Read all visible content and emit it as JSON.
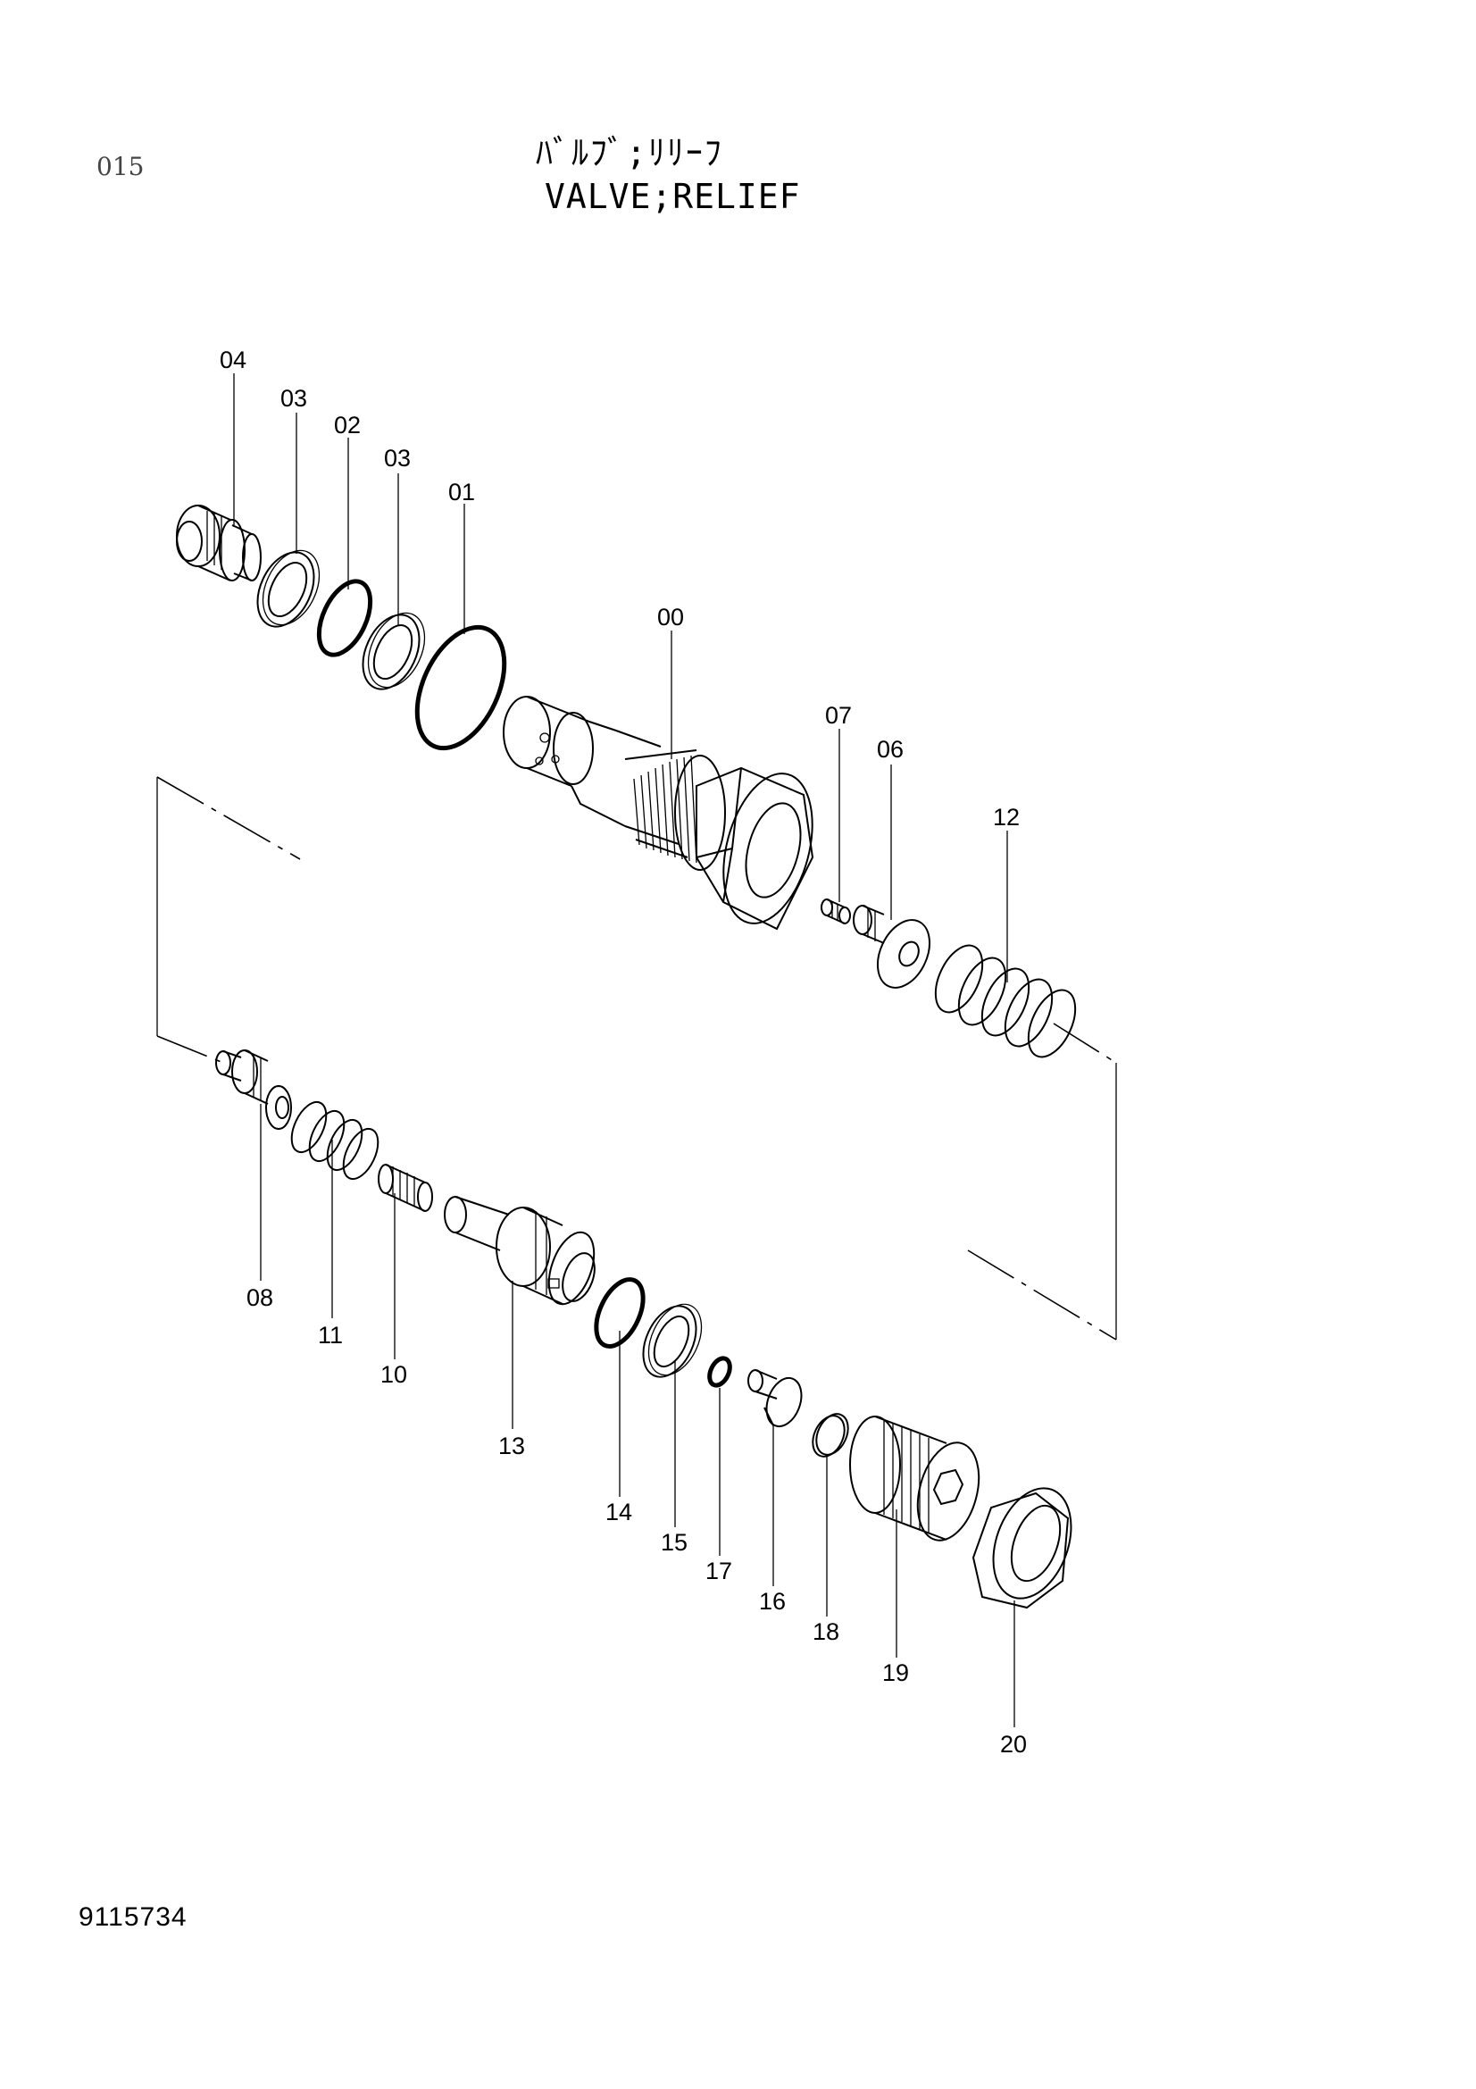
{
  "header": {
    "page_number": "015",
    "title_jp": "ﾊﾞﾙﾌﾞ;ﾘﾘｰﾌ",
    "title_en": "VALVE;RELIEF"
  },
  "footer": {
    "drawing_number": "9115734"
  },
  "callouts": {
    "c00": "00",
    "c01": "01",
    "c02": "02",
    "c03a": "03",
    "c03b": "03",
    "c04": "04",
    "c06": "06",
    "c07": "07",
    "c08": "08",
    "c10": "10",
    "c11": "11",
    "c12": "12",
    "c13": "13",
    "c14": "14",
    "c15": "15",
    "c16": "16",
    "c17": "17",
    "c18": "18",
    "c19": "19",
    "c20": "20"
  }
}
